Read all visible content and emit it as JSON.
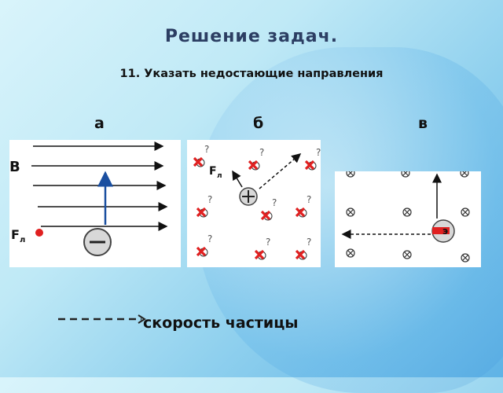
{
  "slide": {
    "title": "Решение задач.",
    "subtitle": "11. Указать недостающие направления"
  },
  "panels": [
    {
      "id": "a",
      "label": "а",
      "field_label": "B",
      "force_label": "F",
      "force_sub": "л"
    },
    {
      "id": "b",
      "label": "б",
      "force_label": "F",
      "force_sub": "л",
      "unknown_mark": "?"
    },
    {
      "id": "v",
      "label": "в",
      "partial_label": "э"
    }
  ],
  "legend": {
    "text": "скорость частицы"
  },
  "colors": {
    "title": "#2c3e63",
    "cross": "#e02020",
    "arrow": "#1a4fa0"
  }
}
